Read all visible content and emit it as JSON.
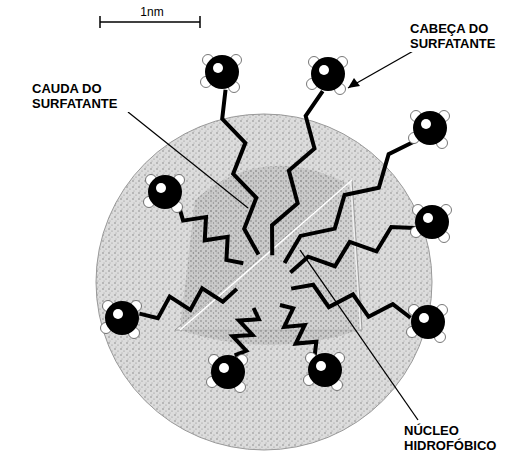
{
  "diagram": {
    "labels": [
      "1nm",
      "CAUDA DO SURFATANTE",
      "CABEÇA DO SURFATANTE",
      "NÚCLEO HIDROFÓBICO"
    ]
  }
}
